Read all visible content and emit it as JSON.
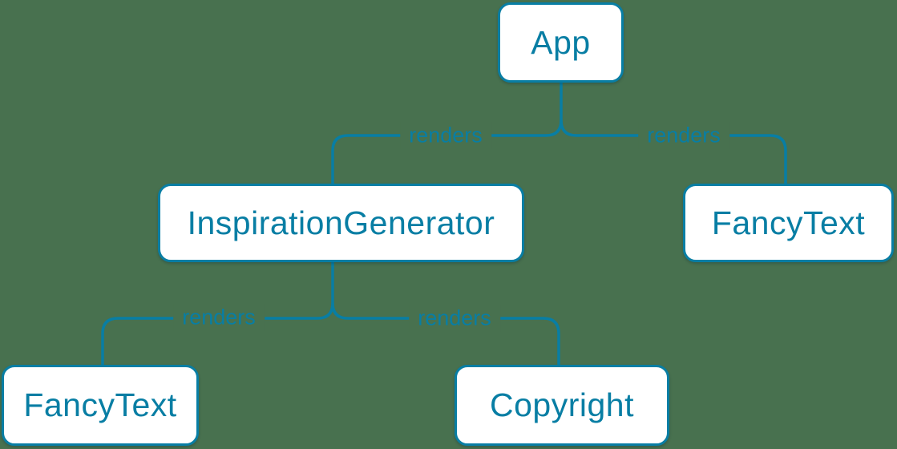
{
  "diagram": {
    "type": "component-render-tree",
    "colors": {
      "background": "#48714F",
      "line": "#087ea4",
      "node_fill": "#ffffff",
      "node_text": "#087ea4"
    },
    "nodes": [
      {
        "id": "app",
        "label": "App",
        "level": 0
      },
      {
        "id": "inspiration-generator",
        "label": "InspirationGenerator",
        "level": 1
      },
      {
        "id": "fancy-text-top",
        "label": "FancyText",
        "level": 1
      },
      {
        "id": "fancy-text-bottom",
        "label": "FancyText",
        "level": 2
      },
      {
        "id": "copyright",
        "label": "Copyright",
        "level": 2
      }
    ],
    "edges": [
      {
        "from": "App",
        "to": "InspirationGenerator",
        "label": "renders"
      },
      {
        "from": "App",
        "to": "FancyText",
        "label": "renders"
      },
      {
        "from": "InspirationGenerator",
        "to": "FancyText",
        "label": "renders"
      },
      {
        "from": "InspirationGenerator",
        "to": "Copyright",
        "label": "renders"
      }
    ]
  }
}
